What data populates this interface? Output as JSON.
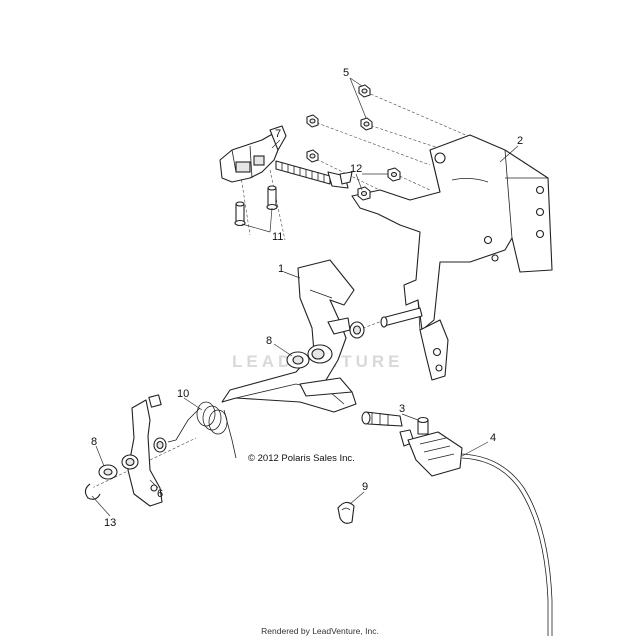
{
  "diagram": {
    "callouts": [
      "1",
      "2",
      "3",
      "4",
      "5",
      "6",
      "7",
      "8",
      "8",
      "9",
      "10",
      "11",
      "12",
      "13"
    ],
    "copyright": "© 2012 Polaris Sales Inc.",
    "watermark": "LEADVENTURE"
  },
  "footer": {
    "text": "Rendered by LeadVenture, Inc."
  }
}
